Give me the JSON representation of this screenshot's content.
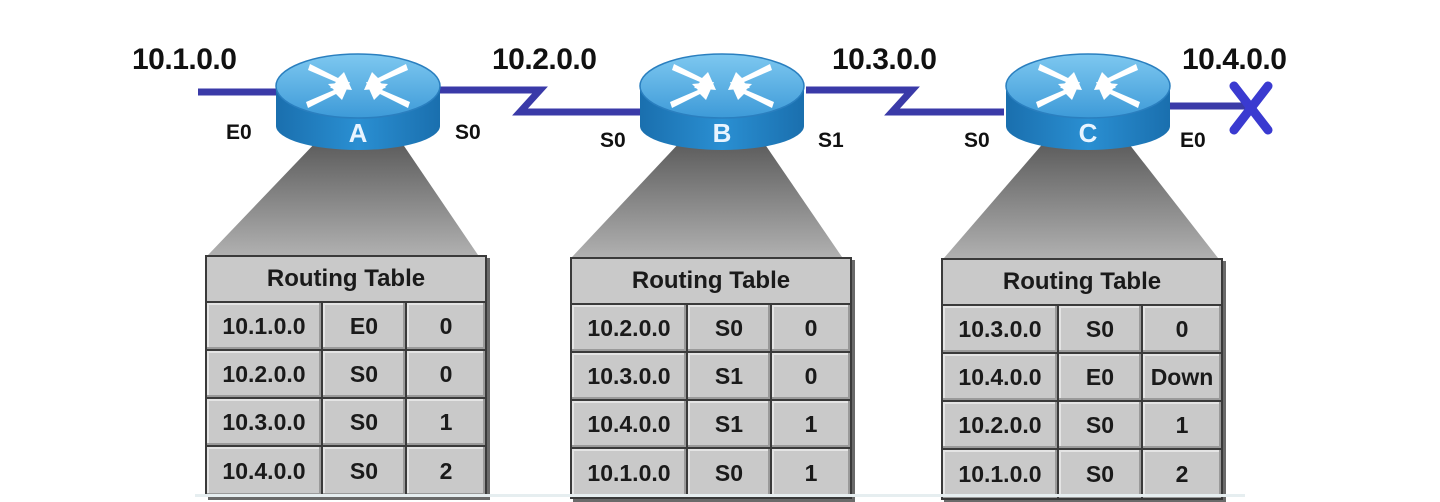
{
  "networks": [
    "10.1.0.0",
    "10.2.0.0",
    "10.3.0.0",
    "10.4.0.0"
  ],
  "routers": [
    {
      "letter": "A",
      "left_if": "E0",
      "right_if": "S0",
      "table_title": "Routing Table",
      "rows": [
        {
          "net": "10.1.0.0",
          "iface": "E0",
          "metric": "0"
        },
        {
          "net": "10.2.0.0",
          "iface": "S0",
          "metric": "0"
        },
        {
          "net": "10.3.0.0",
          "iface": "S0",
          "metric": "1"
        },
        {
          "net": "10.4.0.0",
          "iface": "S0",
          "metric": "2"
        }
      ]
    },
    {
      "letter": "B",
      "left_if": "S0",
      "right_if": "S1",
      "table_title": "Routing Table",
      "rows": [
        {
          "net": "10.2.0.0",
          "iface": "S0",
          "metric": "0"
        },
        {
          "net": "10.3.0.0",
          "iface": "S1",
          "metric": "0"
        },
        {
          "net": "10.4.0.0",
          "iface": "S1",
          "metric": "1"
        },
        {
          "net": "10.1.0.0",
          "iface": "S0",
          "metric": "1"
        }
      ]
    },
    {
      "letter": "C",
      "left_if": "S0",
      "right_if": "E0",
      "table_title": "Routing Table",
      "rows": [
        {
          "net": "10.3.0.0",
          "iface": "S0",
          "metric": "0"
        },
        {
          "net": "10.4.0.0",
          "iface": "E0",
          "metric": "Down"
        },
        {
          "net": "10.2.0.0",
          "iface": "S0",
          "metric": "1"
        },
        {
          "net": "10.1.0.0",
          "iface": "S0",
          "metric": "2"
        }
      ]
    }
  ],
  "colors": {
    "link": "#3a3aa8",
    "link_down_x": "#3a3ad0",
    "router_top": "#5fb3e6",
    "router_side": "#1f7fc0",
    "router_arrows": "#ffffff",
    "cone": "#9a9a9a",
    "table_bg": "#c9c9c9"
  },
  "icons": {
    "router": "router-icon",
    "link_down": "x-mark-icon",
    "serial_link": "lightning-serial-link-icon"
  }
}
